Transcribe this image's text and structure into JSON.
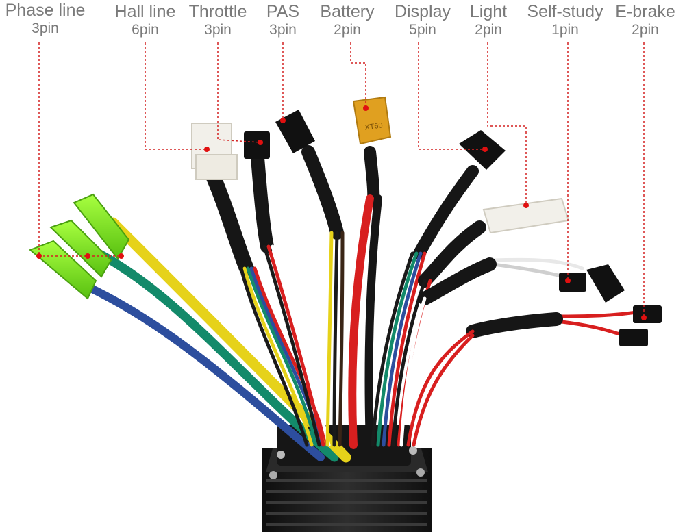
{
  "connectors": [
    {
      "name": "Phase line",
      "pins": "3pin"
    },
    {
      "name": "Hall line",
      "pins": "6pin"
    },
    {
      "name": "Throttle",
      "pins": "3pin"
    },
    {
      "name": "PAS",
      "pins": "3pin"
    },
    {
      "name": "Battery",
      "pins": "2pin"
    },
    {
      "name": "Display",
      "pins": "5pin"
    },
    {
      "name": "Light",
      "pins": "2pin"
    },
    {
      "name": "Self-study",
      "pins": "1pin"
    },
    {
      "name": "E-brake",
      "pins": "2pin"
    }
  ],
  "battery_plug_marking": "XT60",
  "colors": {
    "label_text": "#7a7a7a",
    "leader_line": "#d42020",
    "leader_dot": "#e01010",
    "controller_body": "#1c1c1c",
    "phase_yellow": "#e6d21a",
    "phase_green": "#138a6a",
    "phase_blue": "#2d4e9e",
    "phase_caps": "#7ee81a",
    "battery_red": "#d81f1f",
    "xt60_yellow": "#e0a020",
    "white_connector": "#f2f0ea"
  }
}
